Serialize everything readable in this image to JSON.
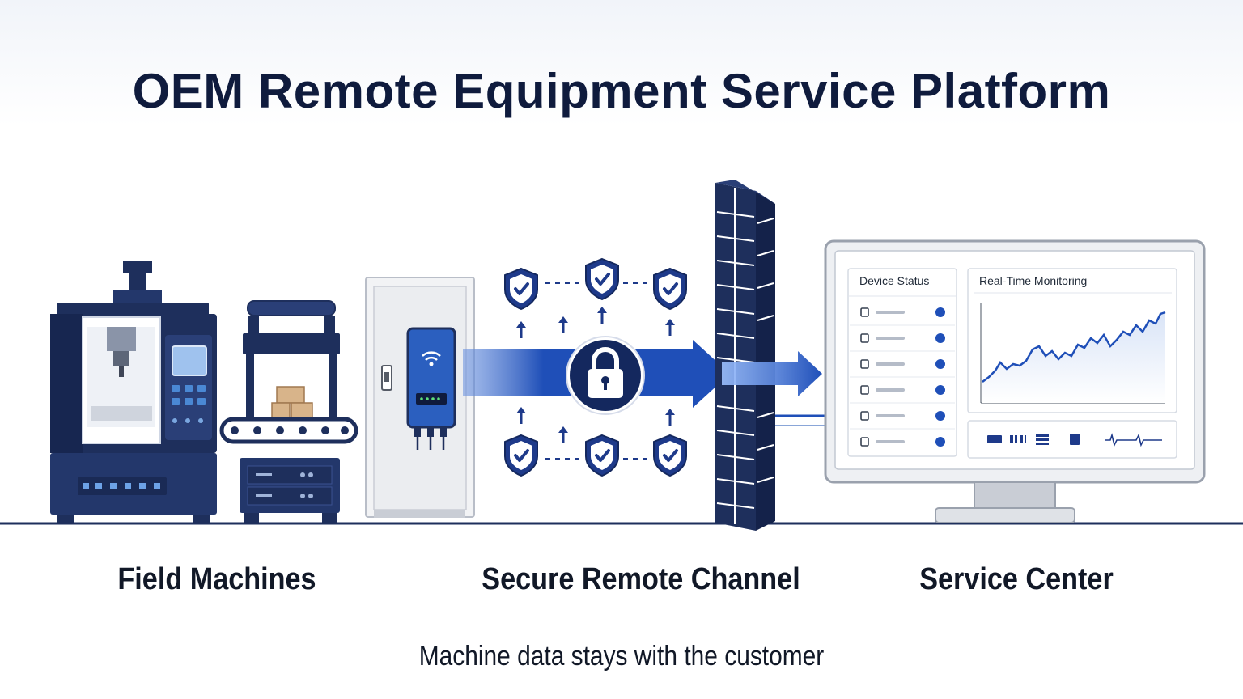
{
  "title": "OEM Remote Equipment Service Platform",
  "sections": {
    "field_machines": "Field Machines",
    "secure_channel": "Secure Remote Channel",
    "service_center": "Service Center"
  },
  "footnote": "Machine data stays with the customer",
  "monitor": {
    "device_panel_title": "Device Status",
    "monitoring_panel_title": "Real-Time Monitoring"
  },
  "colors": {
    "navy": "#1e2f5c",
    "accent_blue": "#1f4fb8",
    "text_dark": "#0f1b3d"
  },
  "icons": [
    "cnc-machine-icon",
    "conveyor-machine-icon",
    "cabinet-icon",
    "gateway-router-icon",
    "shield-check-icon",
    "padlock-icon",
    "firewall-icon",
    "monitor-icon"
  ]
}
